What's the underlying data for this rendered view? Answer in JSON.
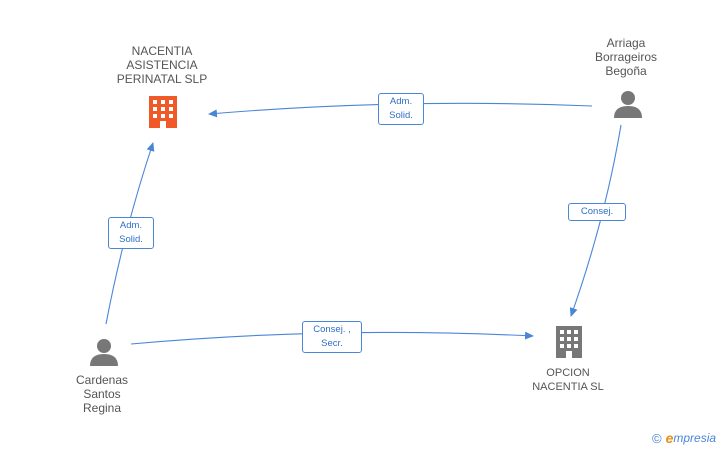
{
  "nodes": {
    "nacentia": {
      "name": "NACENTIA\nASISTENCIA\nPERINATAL SLP",
      "kind": "company",
      "color": "#f05a28",
      "icon": "building-icon"
    },
    "opcion": {
      "name": "OPCION\nNACENTIA SL",
      "kind": "company",
      "color": "#777777",
      "icon": "building-icon"
    },
    "arriaga": {
      "name": "Arriaga\nBorrageiros\nBegoña",
      "kind": "person",
      "color": "#777777",
      "icon": "person-icon"
    },
    "cardenas": {
      "name": "Cardenas\nSantos\nRegina",
      "kind": "person",
      "color": "#777777",
      "icon": "person-icon"
    }
  },
  "edges": [
    {
      "id": "arriaga-nacentia",
      "label": "Adm.\nSolid."
    },
    {
      "id": "arriaga-opcion",
      "label": "Consej."
    },
    {
      "id": "cardenas-nacentia",
      "label": "Adm.\nSolid."
    },
    {
      "id": "cardenas-opcion",
      "label": "Consej. ,\nSecr."
    }
  ],
  "colors": {
    "edge": "#4a86d8"
  },
  "brand": {
    "copyright": "©",
    "first_letter": "e",
    "rest": "mpresia"
  }
}
